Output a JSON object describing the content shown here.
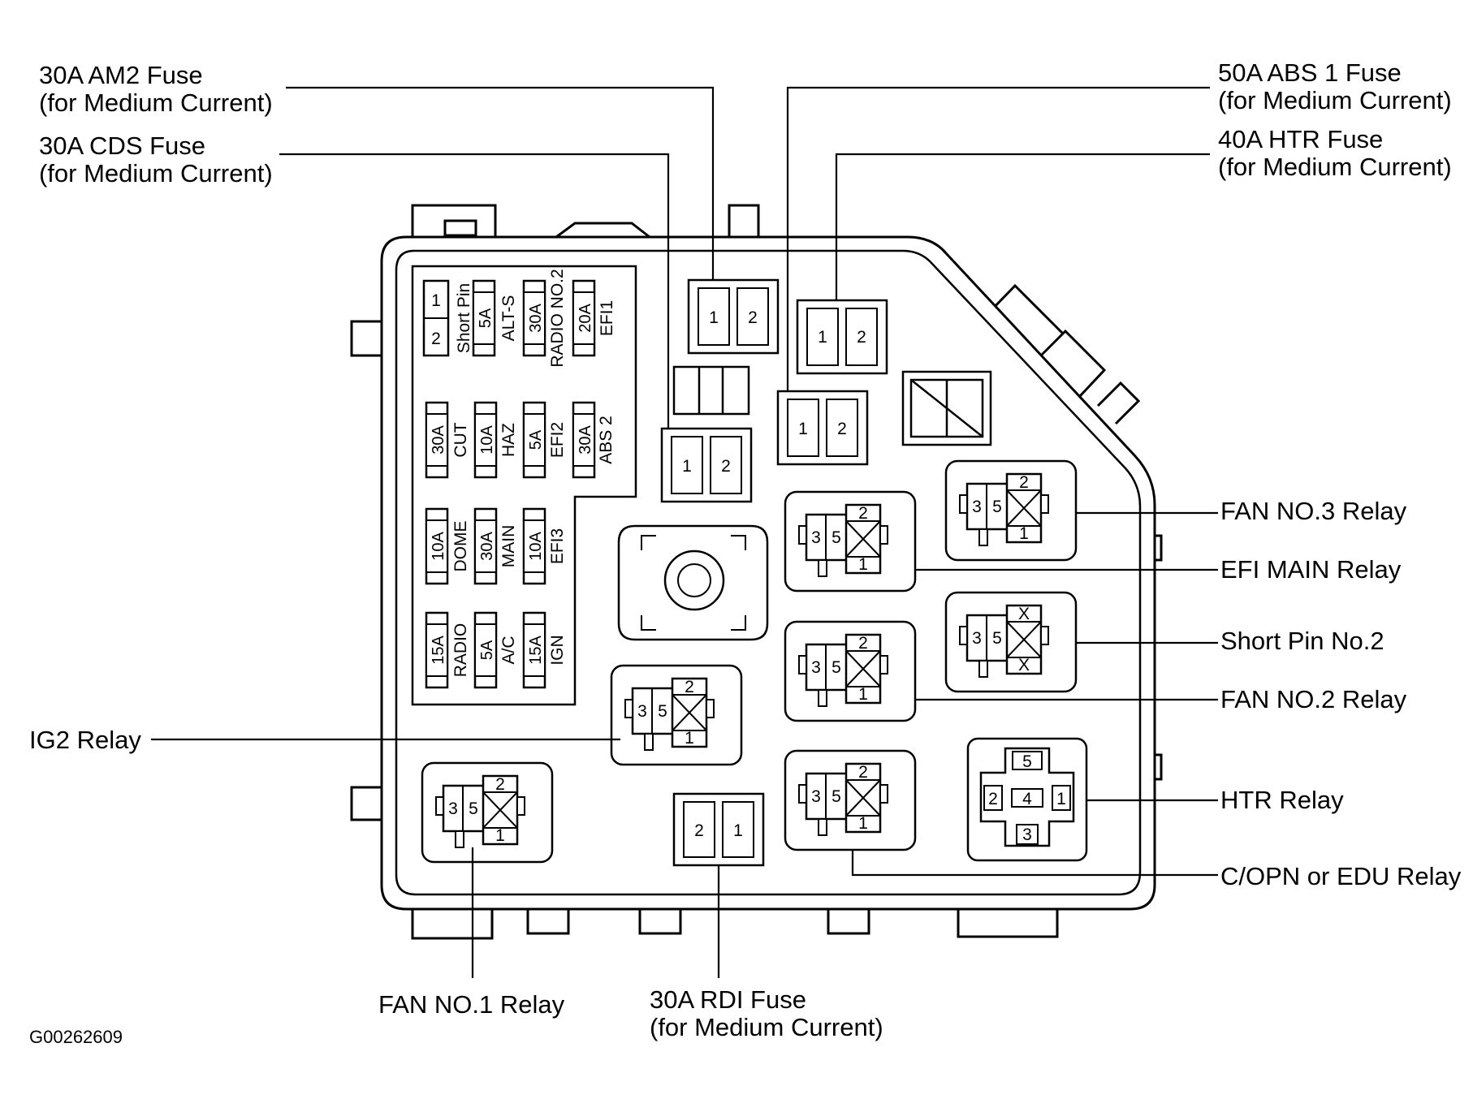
{
  "callouts": {
    "am2": {
      "line1": "30A AM2 Fuse",
      "line2": "(for Medium Current)"
    },
    "cds": {
      "line1": "30A CDS Fuse",
      "line2": "(for Medium Current)"
    },
    "abs1": {
      "line1": "50A ABS 1 Fuse",
      "line2": "(for Medium Current)"
    },
    "htr_fuse": {
      "line1": "40A HTR Fuse",
      "line2": "(for Medium Current)"
    },
    "fan3": "FAN NO.3 Relay",
    "efi_main": "EFI MAIN Relay",
    "short_pin2": "Short Pin No.2",
    "fan2": "FAN NO.2 Relay",
    "htr_relay": "HTR Relay",
    "copn": "C/OPN or EDU Relay",
    "ig2": "IG2 Relay",
    "fan1": "FAN NO.1 Relay",
    "rdi": {
      "line1": "30A RDI Fuse",
      "line2": "(for Medium Current)"
    }
  },
  "figure_code": "G00262609",
  "mini_fuses": [
    {
      "amp": "",
      "name": "Short Pin",
      "pins": [
        "1",
        "2"
      ]
    },
    {
      "amp": "5A",
      "name": "ALT-S"
    },
    {
      "amp": "30A",
      "name": "RADIO NO.2"
    },
    {
      "amp": "20A",
      "name": "EFI1"
    },
    {
      "amp": "30A",
      "name": "CUT"
    },
    {
      "amp": "10A",
      "name": "HAZ"
    },
    {
      "amp": "5A",
      "name": "EFI2"
    },
    {
      "amp": "30A",
      "name": "ABS 2"
    },
    {
      "amp": "10A",
      "name": "DOME"
    },
    {
      "amp": "30A",
      "name": "MAIN"
    },
    {
      "amp": "10A",
      "name": "EFI3"
    },
    {
      "amp": "15A",
      "name": "RADIO"
    },
    {
      "amp": "5A",
      "name": "A/C"
    },
    {
      "amp": "15A",
      "name": "IGN"
    }
  ],
  "cart_fuse_pins": [
    "1",
    "2"
  ],
  "rdi_pins": [
    "2",
    "1"
  ],
  "relay_pins": {
    "a": "3",
    "b": "5",
    "top": "2",
    "bottom": "1",
    "x": "X"
  },
  "htr_relay_pins": {
    "top": "5",
    "left": "2",
    "center": "4",
    "right": "1",
    "bottom": "3"
  }
}
